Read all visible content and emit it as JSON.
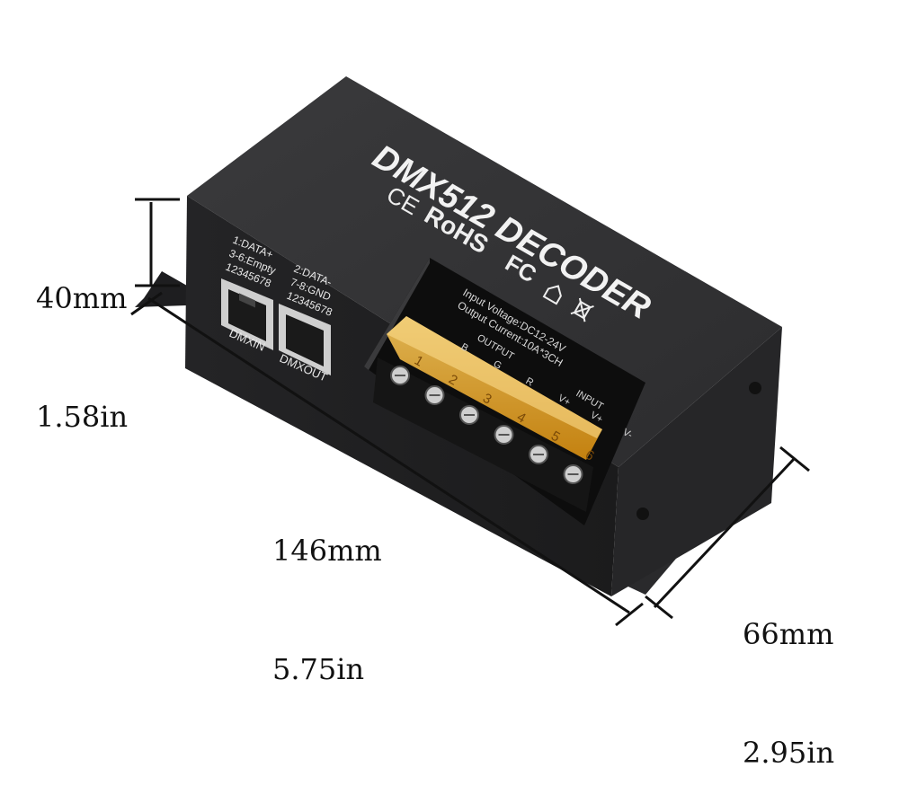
{
  "device": {
    "title": "DMX512 DECODER",
    "marks": {
      "ce": "CE",
      "rohs": "RoHS",
      "fc": "FC"
    },
    "pinout_in": [
      "1:DATA+",
      "3-6:Empty",
      "12345678"
    ],
    "pinout_out": [
      "2:DATA-",
      "7-8:GND",
      "12345678"
    ],
    "port_in_label": "DMXIN",
    "port_out_label": "DMXOUT",
    "spec_voltage": "Input Voltage:DC12-24V",
    "spec_current": "Output Current:10A*3CH",
    "output_header": "OUTPUT",
    "input_header": "INPUT",
    "terminal_signals": [
      "B",
      "G",
      "R",
      "V+",
      "V+",
      "V-"
    ],
    "terminal_numbers": [
      "1",
      "2",
      "3",
      "4",
      "5",
      "6"
    ]
  },
  "dimensions": {
    "height": {
      "mm": "40mm",
      "in": "1.58in"
    },
    "length": {
      "mm": "146mm",
      "in": "5.75in"
    },
    "width": {
      "mm": "66mm",
      "in": "2.95in"
    }
  },
  "colors": {
    "body": "#2b2b2d",
    "cover": "#e8a21e",
    "label": "#f2f2f2"
  }
}
